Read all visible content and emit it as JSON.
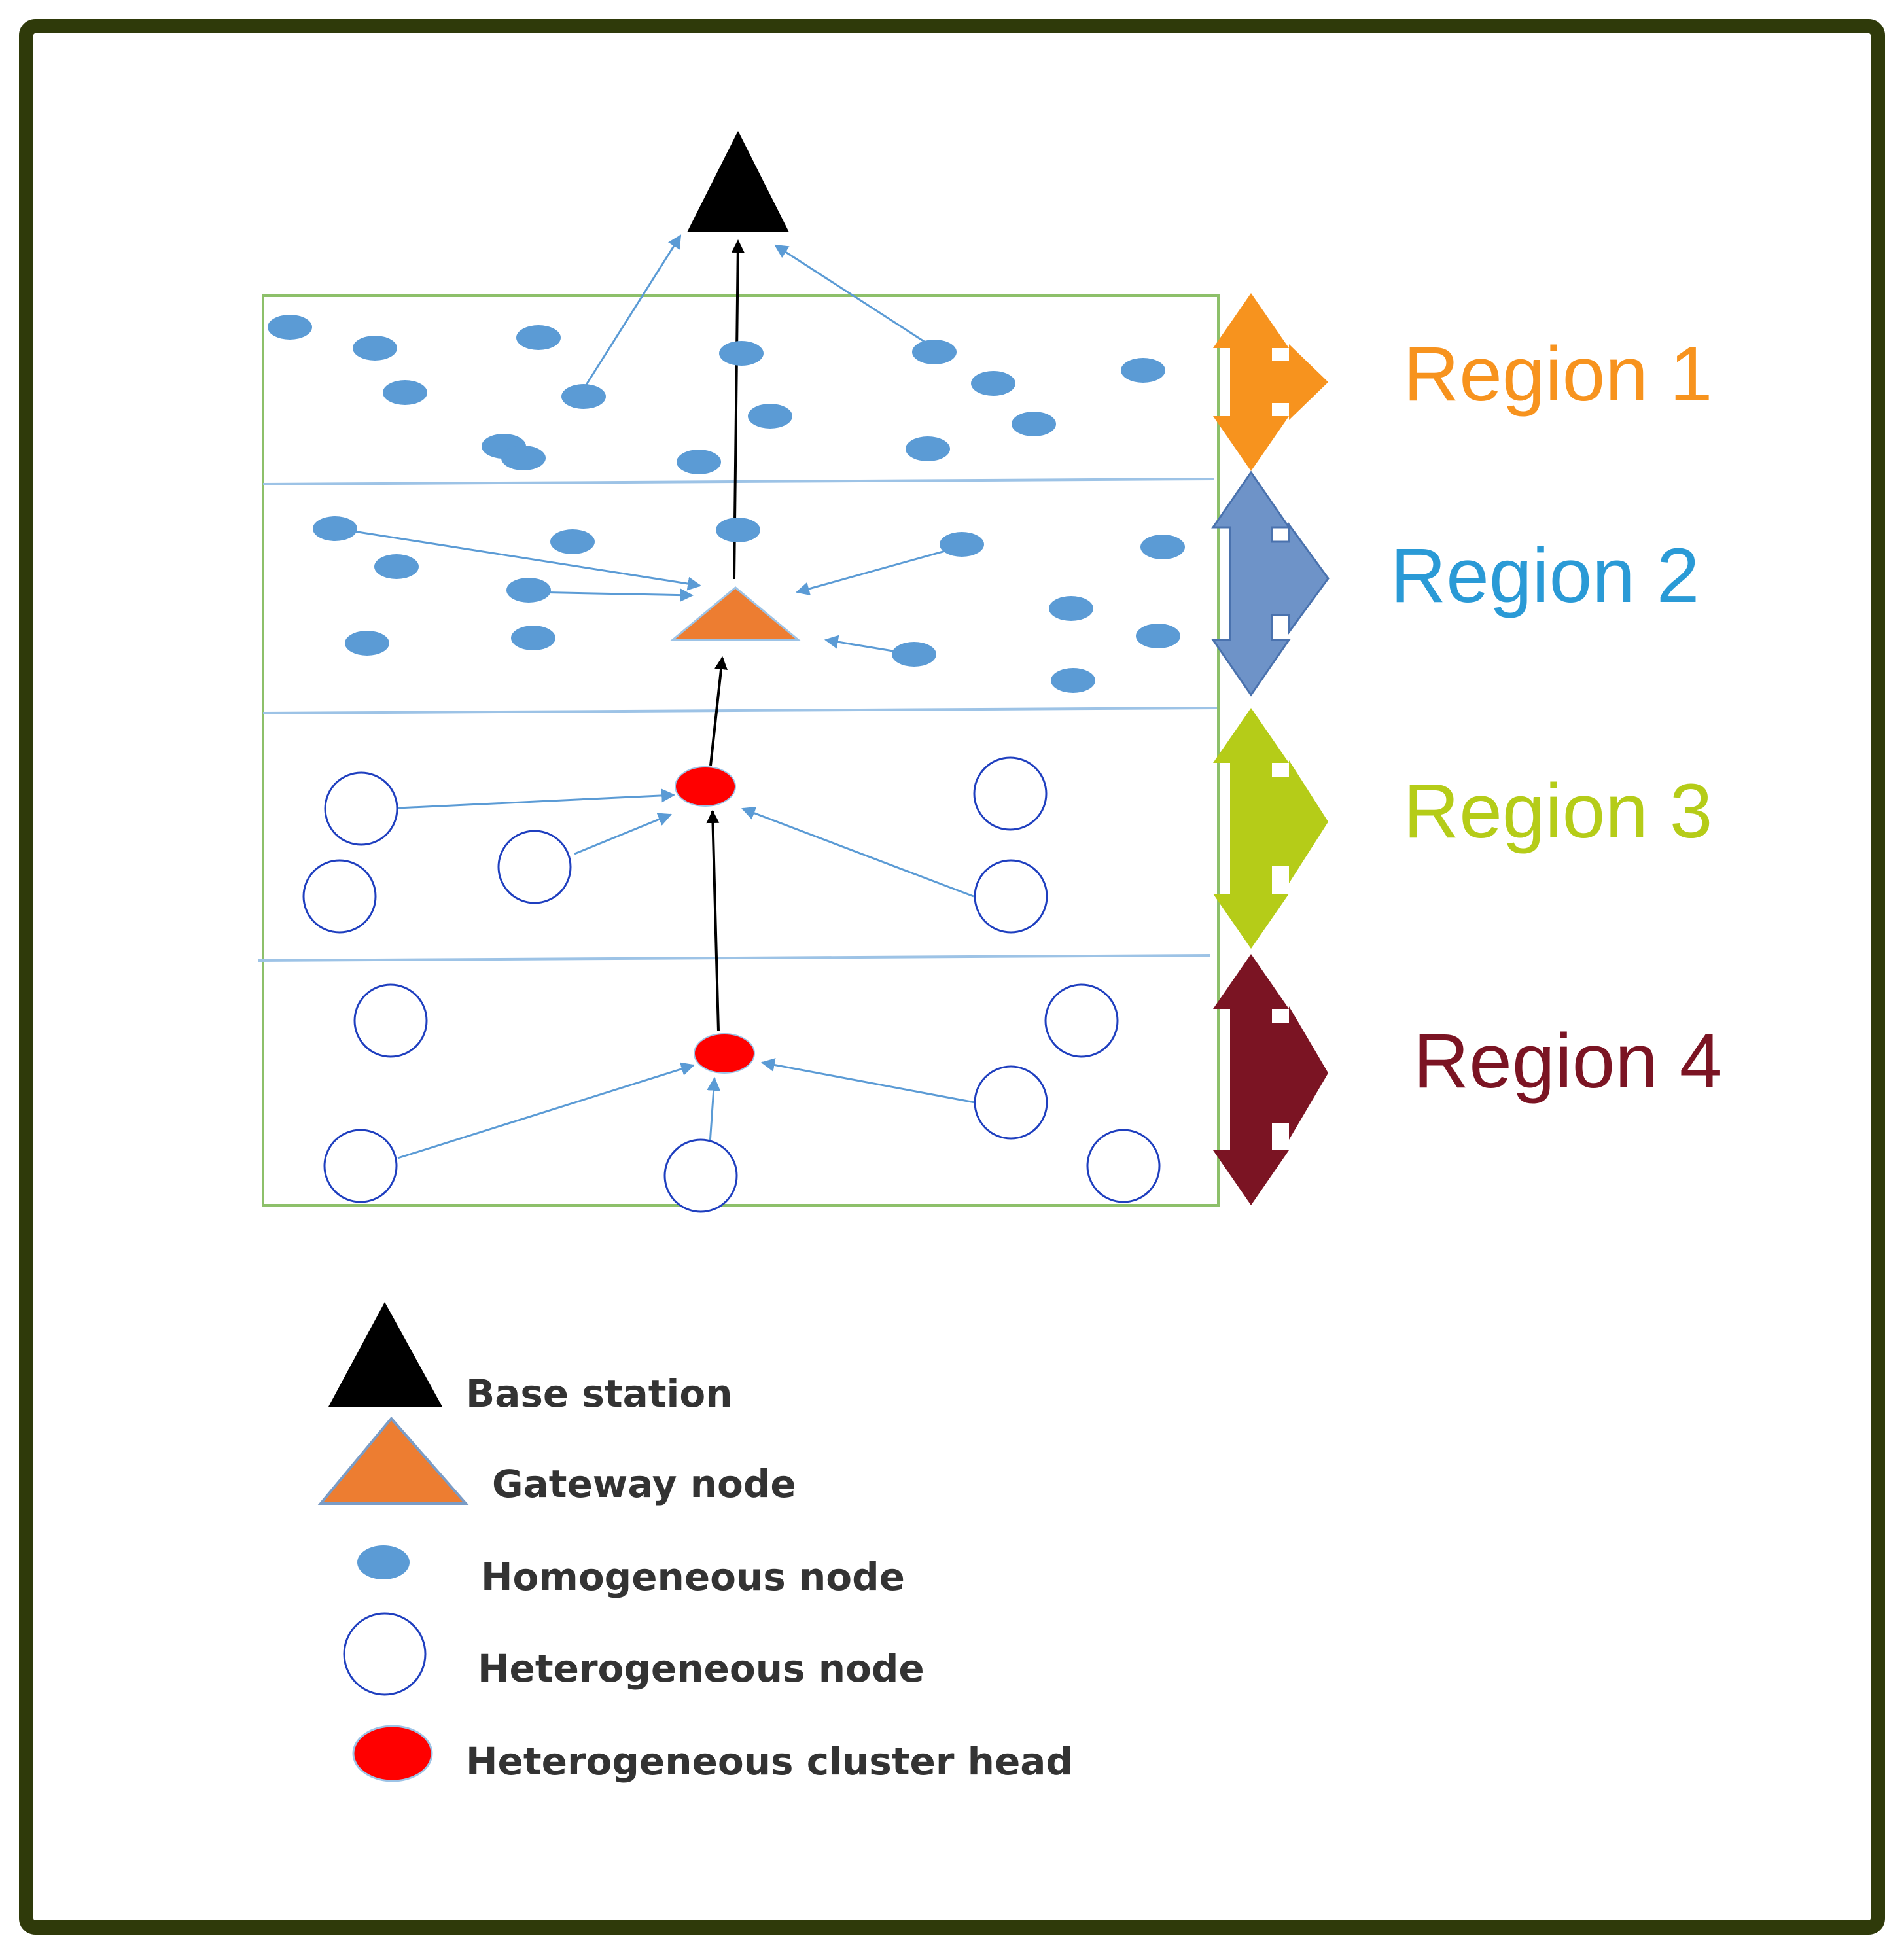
{
  "diagram": {
    "regions": [
      {
        "label": "Region 1",
        "color": "#F7931E"
      },
      {
        "label": "Region 2",
        "color": "#2A9AD6"
      },
      {
        "label": "Region 3",
        "color": "#B5CC18"
      },
      {
        "label": "Region 4",
        "color": "#7B1423"
      }
    ],
    "legend": {
      "base_station": "Base station",
      "gateway_node": "Gateway node",
      "homogeneous_node": "Homogeneous node",
      "heterogeneous_node": "Heterogeneous node",
      "heterogeneous_cluster_head": "Heterogeneous cluster head"
    },
    "colors": {
      "frame": "#2F3A0A",
      "base_station": "#000000",
      "gateway_node": "#ED7D31",
      "homogeneous_node": "#5B9BD5",
      "heterogeneous_node_stroke": "#1F3FBF",
      "cluster_head": "#FF0000",
      "region_arrow_2": "#6E93C8",
      "field_border": "#8DC06A",
      "link_arrow": "#5B9BD5",
      "main_path": "#000000"
    }
  }
}
